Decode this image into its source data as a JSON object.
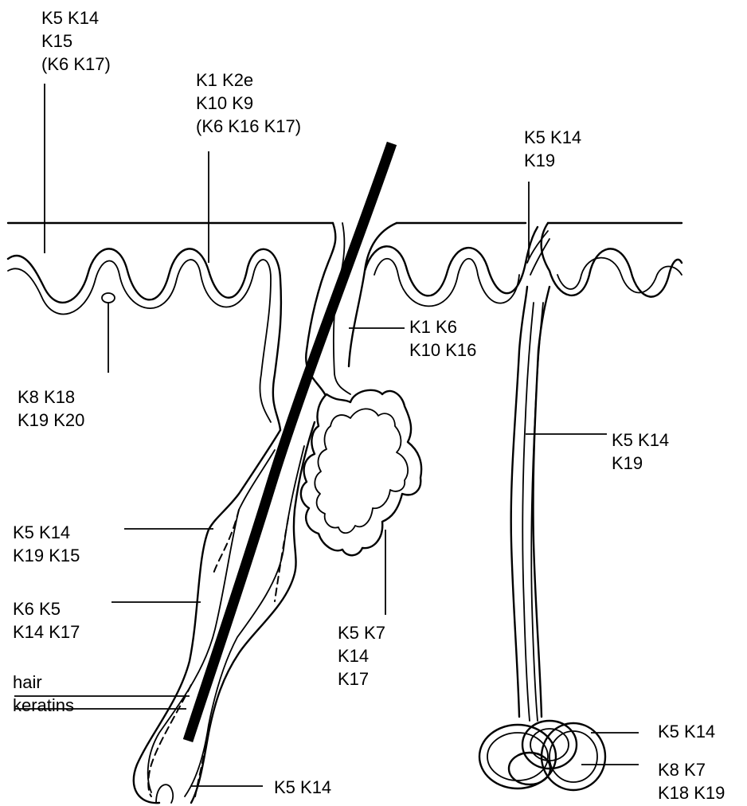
{
  "labels": {
    "basal_epidermis": [
      "K5  K14",
      "K15",
      "(K6  K17)"
    ],
    "suprabasal_epidermis": [
      "K1  K2e",
      "K10  K9",
      "(K6  K16  K17)"
    ],
    "sweat_duct_opening": [
      "K5  K14",
      "K19"
    ],
    "merkel_cells": [
      "K8   K18",
      "K19   K20"
    ],
    "infundibulum": [
      "K1  K6",
      "K10  K16"
    ],
    "sweat_duct": [
      "K5  K14",
      "K19"
    ],
    "bulge": [
      "K5   K14",
      "K19  K15"
    ],
    "outer_root_sheath": [
      "K6 K5",
      "K14 K17"
    ],
    "hair": [
      "hair",
      "keratins"
    ],
    "sebaceous_gland": [
      "K5 K7",
      "K14",
      "K17"
    ],
    "hair_bulb": [
      "K5 K14"
    ],
    "secretory_coil_outer": [
      "K5  K14"
    ],
    "secretory_coil_inner": [
      "K8 K7",
      "K18  K19"
    ]
  }
}
